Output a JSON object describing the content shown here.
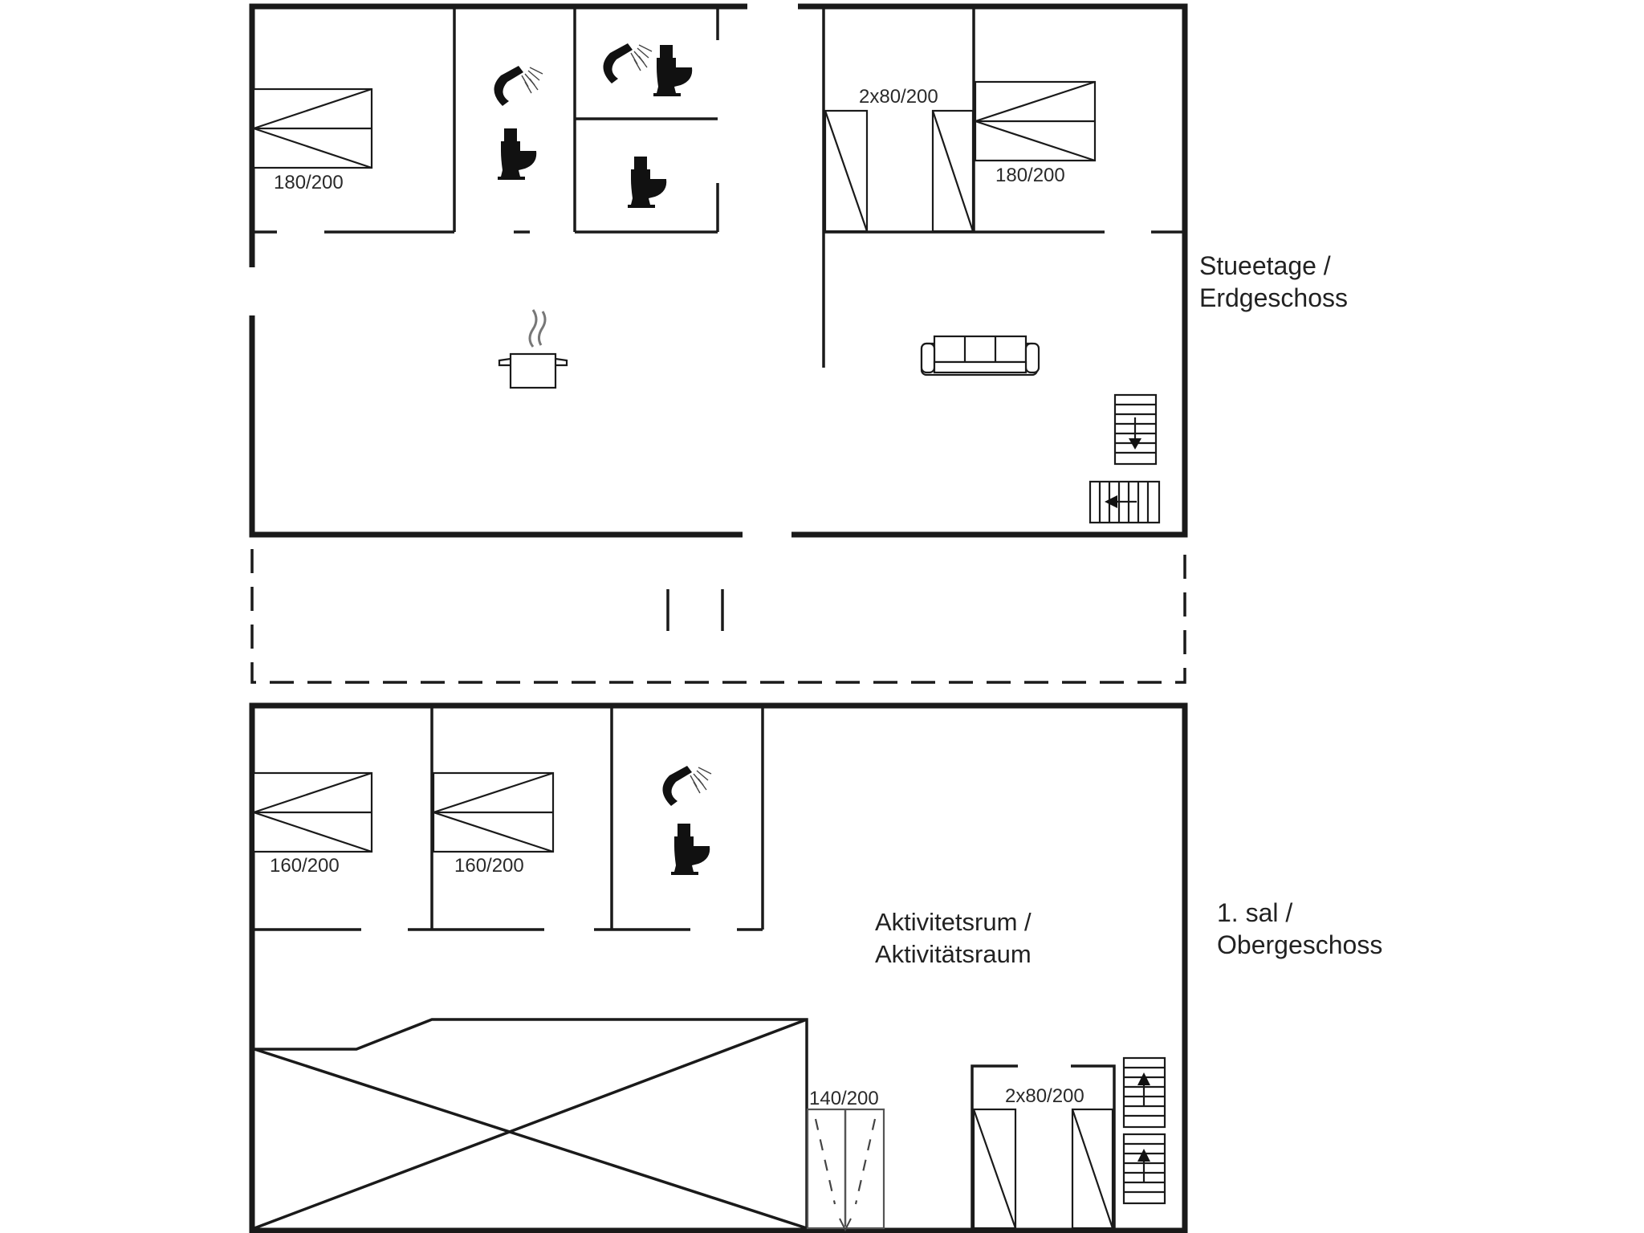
{
  "floors": {
    "ground": {
      "line1": "Stueetage /",
      "line2": "Erdgeschoss"
    },
    "upper": {
      "line1": "1. sal /",
      "line2": "Obergeschoss"
    }
  },
  "rooms": {
    "activity": {
      "line1": "Aktivitetsrum /",
      "line2": "Aktivitätsraum"
    }
  },
  "beds": {
    "ground_left": "180/200",
    "ground_bunk": "2x80/200",
    "ground_right": "180/200",
    "upper_1": "160/200",
    "upper_2": "160/200",
    "upper_3": "140/200",
    "upper_bunk": "2x80/200"
  },
  "icons": [
    "shower-icon",
    "toilet-icon",
    "cooking-pot-icon",
    "sofa-icon",
    "stairs-icon"
  ]
}
